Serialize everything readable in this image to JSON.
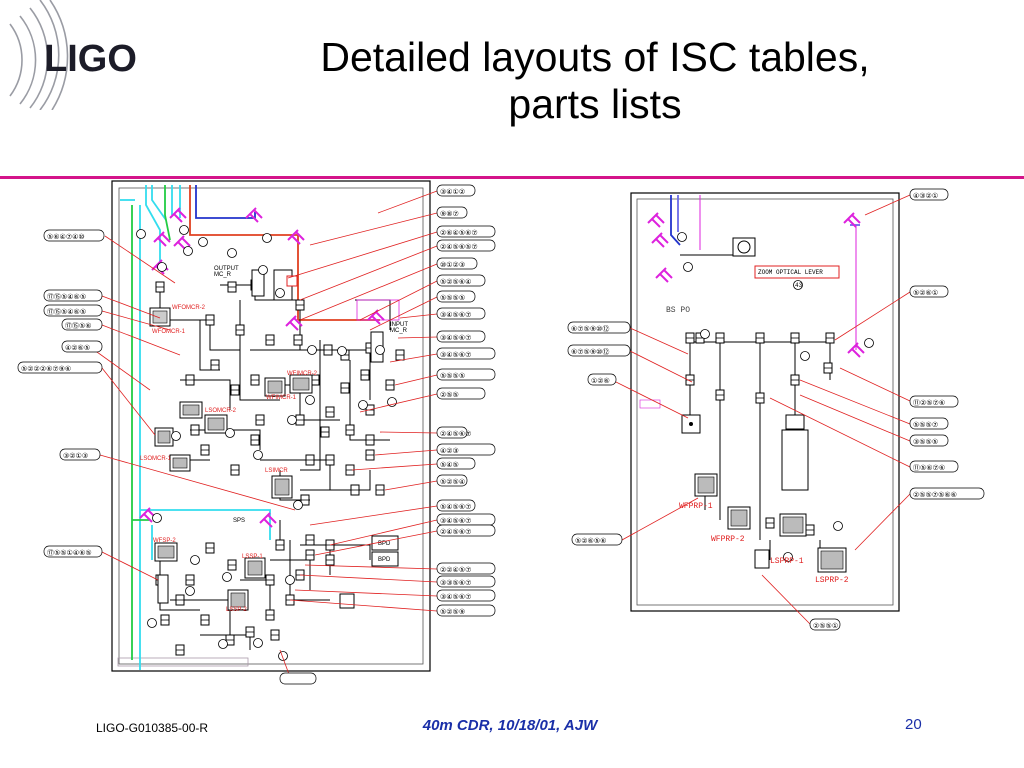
{
  "logo": {
    "text": "LIGO"
  },
  "title": {
    "line1": "Detailed layouts of ISC tables,",
    "line2": "parts lists"
  },
  "left_table": {
    "labels": {
      "output": "OUTPUT",
      "mc_r": "MC_R",
      "input": "INPUT",
      "mc_r2": "MC_R",
      "wfomcr2": "WFOMCR-2",
      "wfomcr1": "WFOMCR-1",
      "lsomcr2": "LSOMCR-2",
      "lsomcr1": "LSOMCR-1",
      "wfimcr2": "WFIMCR-2",
      "wfimcr1": "WFIMCR-1",
      "lsimcr": "LSIMCR",
      "sps": "SPS",
      "wfsp2": "WFSP-2",
      "lssp1": "LSSP-1",
      "lssp2": "LSSP-2",
      "bpd1": "BPD",
      "bpd2": "BPD"
    },
    "callouts_left": [
      "⑤⑥④⑦④⑩",
      "⑰⑮⑤④⑥⑤",
      "⑰⑮⑤④⑥⑤",
      "⑰⑮⑤⑥",
      "④②⑥⑤",
      "⑤②②②⑥⑦⑨⑥",
      "③②①③",
      "⑰⑤⑤①④⑥⑤"
    ],
    "callouts_right": [
      "③④①②",
      "⑨⑧⑦",
      "②⑥④⑤⑥⑦",
      "②④⑤⑥⑤⑦",
      "⑩①②③",
      "⑤②⑤⑥④",
      "⑤⑤⑤⑤",
      "③④⑤⑥⑦",
      "③④⑤⑥⑦",
      "③④⑤⑥⑦",
      "⑤⑤⑤⑤",
      "②⑤⑤",
      "②④⑤⑥⑦",
      "④②③",
      "⑤④⑤",
      "⑤②⑤④",
      "⑤④⑤⑥⑦",
      "③④⑤⑥⑦",
      "②④⑤⑥⑦",
      "②②④⑤⑦",
      "③③⑤⑥⑦",
      "③④⑤⑥⑦",
      "⑤②⑤⑨"
    ]
  },
  "right_table": {
    "labels": {
      "zoom": "ZOOM OPTICAL LEVER",
      "bs_po": "BS PO",
      "wfprp1": "WFPRP-1",
      "wfprp2": "WFPRP-2",
      "lsprp1": "LSPRP-1",
      "lsprp2": "LSPRP-2",
      "num43": "43"
    },
    "callouts_left": [
      "⑥⑦⑤⑨⑩⑫",
      "⑥⑦⑤⑨⑩⑫",
      "①②⑥",
      "⑤②⑥⑤⑥"
    ],
    "callouts_right": [
      "④③②①",
      "⑤②⑥①",
      "⑪②⑤⑦⑥",
      "⑤⑤⑤⑦",
      "③⑤⑤⑤",
      "⑪⑤⑥⑦⑥",
      "②⑤⑤⑦⑤⑥⑥",
      "②⑤⑤①"
    ]
  },
  "footer": {
    "doc_id": "LIGO-G010385-00-R",
    "center": "40m CDR, 10/18/01, AJW",
    "page": "20"
  },
  "colors": {
    "accent": "#d4148a",
    "footer_blue": "#1a2fa8",
    "callout_red": "#e02020",
    "beam_cyan": "#33ddee",
    "beam_green": "#22cc44",
    "beam_blue": "#2233cc",
    "magenta": "#dd22dd"
  }
}
